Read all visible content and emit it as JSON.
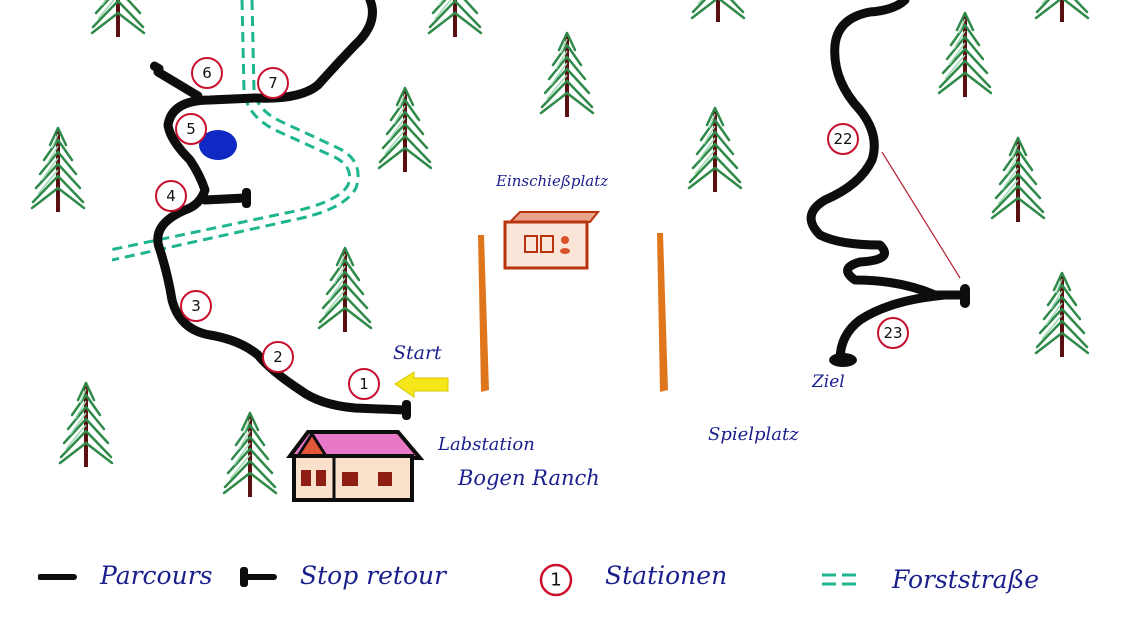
{
  "map": {
    "labels": {
      "start": "Start",
      "finish": "Ziel",
      "warmup_range": "Einschießplatz",
      "aid_station": "Labstation",
      "ranch": "Bogen Ranch",
      "playground": "Spielplatz"
    },
    "stations": [
      {
        "id": "1",
        "label": "1"
      },
      {
        "id": "2",
        "label": "2"
      },
      {
        "id": "3",
        "label": "3"
      },
      {
        "id": "4",
        "label": "4"
      },
      {
        "id": "5",
        "label": "5"
      },
      {
        "id": "6",
        "label": "6"
      },
      {
        "id": "7",
        "label": "7"
      },
      {
        "id": "22",
        "label": "22"
      },
      {
        "id": "23",
        "label": "23"
      }
    ],
    "colors": {
      "course": "#0d0d0d",
      "station_ring": "#c8102e",
      "forest_road": "#1fb58f",
      "pond": "#1029c4",
      "start_arrow": "#f5e61a",
      "text": "#1a1f8c",
      "tree_needles": "#2f8a4a",
      "tree_trunk": "#5a1010"
    }
  },
  "legend": {
    "items": [
      {
        "icon": "course-line-icon",
        "label": "Parcours"
      },
      {
        "icon": "stop-return-icon",
        "label": "Stop retour"
      },
      {
        "icon": "station-circle-icon",
        "label": "Stationen",
        "sample": "1"
      },
      {
        "icon": "forest-road-icon",
        "label": "Forststraße"
      }
    ]
  }
}
